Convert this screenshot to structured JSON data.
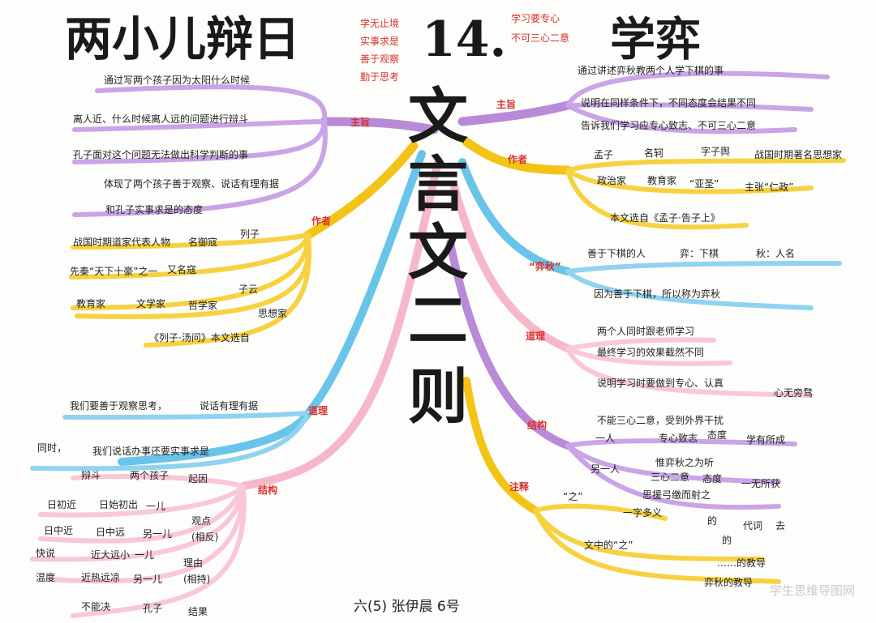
{
  "title_left": "两小儿辩日",
  "title_number": "14.",
  "title_right": "学弈",
  "center_chars": [
    "文",
    "言",
    "文",
    "二",
    "则"
  ],
  "top_notes_left": [
    "学无止境",
    "实事求是",
    "善于观察",
    "勤于思考"
  ],
  "top_notes_right": [
    "学习要专心",
    "不可三心二意"
  ],
  "left": {
    "theme": {
      "label": "主旨",
      "items": [
        "通过写两个孩子因为太阳什么时候",
        "离人近、什么时候离人远的问题进行辩斗",
        "孔子面对这个问题无法做出科学判断的事",
        "体现了两个孩子善于观察、说话有理有据",
        "和孔子实事求是的态度"
      ]
    },
    "author": {
      "label": "作者",
      "items": [
        "战国时期道家代表人物",
        "名御寇",
        "列子",
        "先秦“天下十豪”之一",
        "又名寇",
        "子云",
        "教育家",
        "文学家",
        "哲学家",
        "思想家",
        "《列子·汤问》本文选自"
      ]
    },
    "lesson": {
      "label": "道理",
      "items": [
        "我们要善于观察思考，",
        "说话有理有据",
        "同时，",
        "我们说话办事还要实事求是"
      ]
    },
    "structure": {
      "label": "结构",
      "items": [
        "辩斗",
        "两个孩子",
        "起因",
        "日初近",
        "日始初出",
        "一儿",
        "观点",
        "(相反)",
        "日中近",
        "日中远",
        "另一儿",
        "快说",
        "近大远小",
        "一儿",
        "理由",
        "(相持)",
        "温度",
        "近热远凉",
        "另一儿",
        "不能决",
        "孔子",
        "结果"
      ]
    }
  },
  "right": {
    "theme": {
      "label": "主旨",
      "items": [
        "通过讲述弈秋教两个人学下棋的事",
        "说明在同样条件下，不同态度会结果不同",
        "告诉我们学习应专心致志、不可三心二意"
      ]
    },
    "author": {
      "label": "作者",
      "items": [
        "孟子",
        "名轲",
        "字子舆",
        "战国时期著名思想家",
        "政治家",
        "教育家",
        "“亚圣”",
        "主张“仁政”",
        "本文选自《孟子·告子上》"
      ]
    },
    "yiqiu": {
      "label": "“弈秋”",
      "items": [
        "秋：人名",
        "弈：下棋",
        "善于下棋的人",
        "因为善于下棋，所以称为弈秋"
      ]
    },
    "lesson": {
      "label": "道理",
      "items": [
        "两个人同时跟老师学习",
        "最终学习的效果截然不同",
        "说明学习时要做到专心、认真",
        "心无旁骛",
        "不能三心二意，受到外界干扰"
      ]
    },
    "structure": {
      "label": "结构",
      "items": [
        "一人",
        "专心致志",
        "态度",
        "学有所成",
        "另一人",
        "惟弈秋之为听",
        "三心二意",
        "态度",
        "一无所获",
        "思援弓缴而射之"
      ]
    },
    "notes": {
      "label": "注释",
      "items": [
        "“之”",
        "一字多义",
        "代词",
        "去",
        "的",
        "文中的“之”",
        "的",
        "……的教导",
        "弈秋的教导"
      ]
    }
  },
  "signature": "六(5) 张伊晨 6号",
  "watermark": "学生思维导图网"
}
